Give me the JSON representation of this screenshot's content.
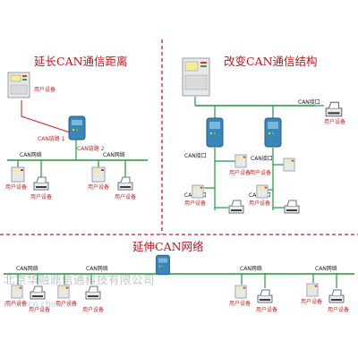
{
  "titles": {
    "extend_distance": "延长CAN通信距离",
    "change_structure": "改变CAN通信结构",
    "extend_network": "延伸CAN网络"
  },
  "labels": {
    "user_device": "用户设备",
    "can_network": "CAN网络",
    "can_interface": "CAN接口",
    "can_link_1": "CAN链路 1",
    "can_link_2": "CAN链路 2"
  },
  "watermark": {
    "text": "北京华融鼎信通科技有限公司",
    "url": "hinet.cn.china.cn"
  },
  "colors": {
    "title": "#c0141e",
    "label": "#d01c22",
    "can_line": "#1f9a3c",
    "divider": "#c81e1e",
    "module": "#3a86b8",
    "panel": "#e6e8ea"
  }
}
